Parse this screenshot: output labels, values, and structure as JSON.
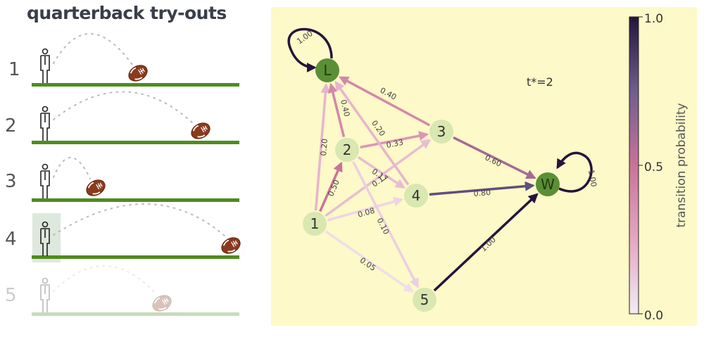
{
  "title": "quarterback try-outs",
  "tryouts": [
    {
      "number": "1"
    },
    {
      "number": "2"
    },
    {
      "number": "3"
    },
    {
      "number": "4"
    },
    {
      "number": "5"
    }
  ],
  "graph": {
    "annotation": "t*=2",
    "nodes": [
      {
        "id": "L",
        "label": "L"
      },
      {
        "id": "W",
        "label": "W"
      },
      {
        "id": "1",
        "label": "1"
      },
      {
        "id": "2",
        "label": "2"
      },
      {
        "id": "3",
        "label": "3"
      },
      {
        "id": "4",
        "label": "4"
      },
      {
        "id": "5",
        "label": "5"
      }
    ],
    "edges": [
      {
        "from": "L",
        "to": "L",
        "weight": 1.0,
        "label": "1.00"
      },
      {
        "from": "W",
        "to": "W",
        "weight": 1.0,
        "label": "1.00"
      },
      {
        "from": "1",
        "to": "L",
        "weight": 0.2,
        "label": "0.20"
      },
      {
        "from": "1",
        "to": "2",
        "weight": 0.5,
        "label": "0.50"
      },
      {
        "from": "1",
        "to": "3",
        "weight": 0.17,
        "label": "0.17"
      },
      {
        "from": "1",
        "to": "4",
        "weight": 0.08,
        "label": "0.08"
      },
      {
        "from": "1",
        "to": "5",
        "weight": 0.05,
        "label": "0.05"
      },
      {
        "from": "2",
        "to": "L",
        "weight": 0.4,
        "label": "0.40"
      },
      {
        "from": "2",
        "to": "3",
        "weight": 0.33,
        "label": "0.33"
      },
      {
        "from": "2",
        "to": "4",
        "weight": 0.17,
        "label": "0.17"
      },
      {
        "from": "2",
        "to": "5",
        "weight": 0.1,
        "label": "0.10"
      },
      {
        "from": "3",
        "to": "L",
        "weight": 0.4,
        "label": "0.40"
      },
      {
        "from": "3",
        "to": "W",
        "weight": 0.6,
        "label": "0.60"
      },
      {
        "from": "4",
        "to": "L",
        "weight": 0.2,
        "label": "0.20"
      },
      {
        "from": "4",
        "to": "W",
        "weight": 0.8,
        "label": "0.80"
      },
      {
        "from": "5",
        "to": "W",
        "weight": 1.0,
        "label": "1.00"
      }
    ]
  },
  "colorbar": {
    "label": "transition probability",
    "ticks": [
      "0.0",
      "0.5",
      "1.0"
    ],
    "colors": [
      "#f2ebf5",
      "#c9739a",
      "#24143d"
    ]
  },
  "colors": {
    "field": "#4f8c1f",
    "terminal_node": "#5b8f35",
    "state_node": "#d9e7b0",
    "panel_background": "#fdf9c8"
  }
}
